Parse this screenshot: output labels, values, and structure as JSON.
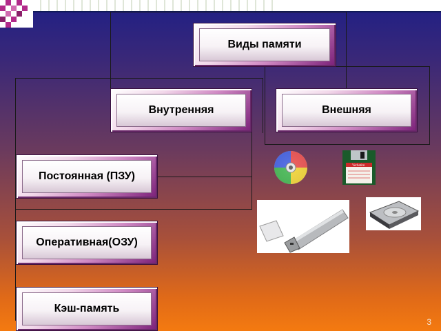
{
  "diagram": {
    "root": "Виды памяти",
    "internal": "Внутренняя",
    "external": "Внешняя",
    "rom": "Постоянная (ПЗУ)",
    "ram": "Оперативная(ОЗУ)",
    "cache": "Кэш-память"
  },
  "media_icons": [
    "cd-disc-icon",
    "floppy-disk-icon",
    "usb-flash-drive-icon",
    "hard-disk-drive-icon"
  ],
  "floppy_brand": "Verbatim",
  "slide_number": "3"
}
